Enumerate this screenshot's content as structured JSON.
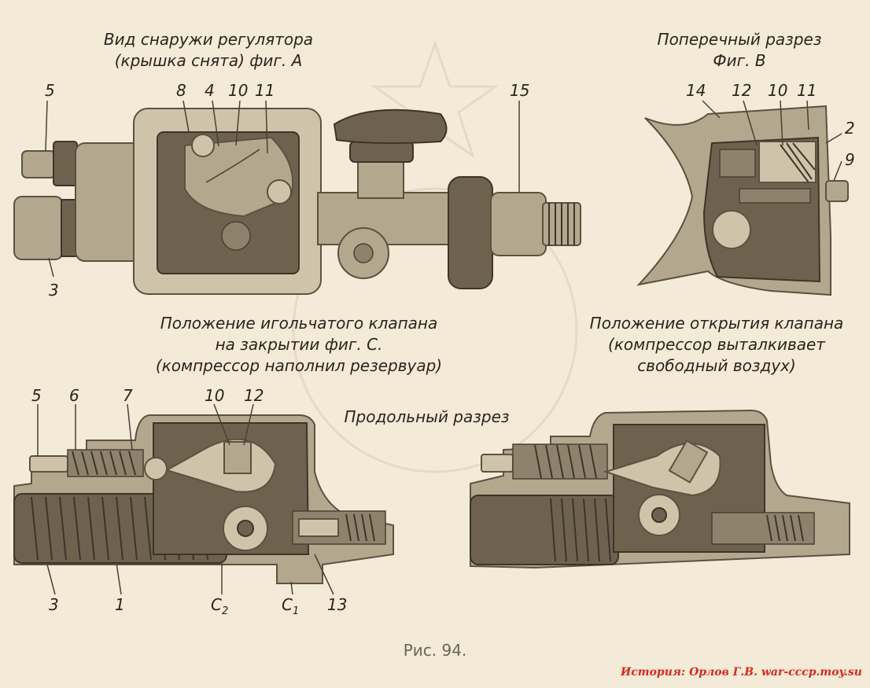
{
  "fig_a": {
    "caption_line1": "Вид снаружи регулятора",
    "caption_line2": "(крышка снята) фиг. А",
    "labels": {
      "l5": "5",
      "l8": "8",
      "l4": "4",
      "l10": "10",
      "l11": "11",
      "l15": "15",
      "l3": "3"
    }
  },
  "fig_b": {
    "caption_line1": "Поперечный разрез",
    "caption_line2": "Фиг. В",
    "labels": {
      "l14": "14",
      "l12": "12",
      "l10": "10",
      "l11": "11",
      "l2": "2",
      "l9": "9"
    }
  },
  "fig_c": {
    "caption_line1": "Положение игольчатого клапана",
    "caption_line2": "на закрытии фиг. С.",
    "caption_line3": "(компрессор наполнил резервуар)",
    "labels": {
      "l5": "5",
      "l6": "6",
      "l7": "7",
      "l10": "10",
      "l12": "12",
      "l3": "3",
      "l1": "1",
      "c2": "C",
      "c2_sub": "2",
      "c1": "C",
      "c1_sub": "1",
      "l13": "13"
    }
  },
  "fig_d": {
    "caption_line1": "Положение открытия клапана",
    "caption_line2": "(компрессор выталкивает",
    "caption_line3": "свободный воздух)"
  },
  "section_label": "Продольный разрез",
  "figure_caption": "Рис. 94.",
  "watermark": "История: Орлов Г.В. war-cccp.moy.su"
}
